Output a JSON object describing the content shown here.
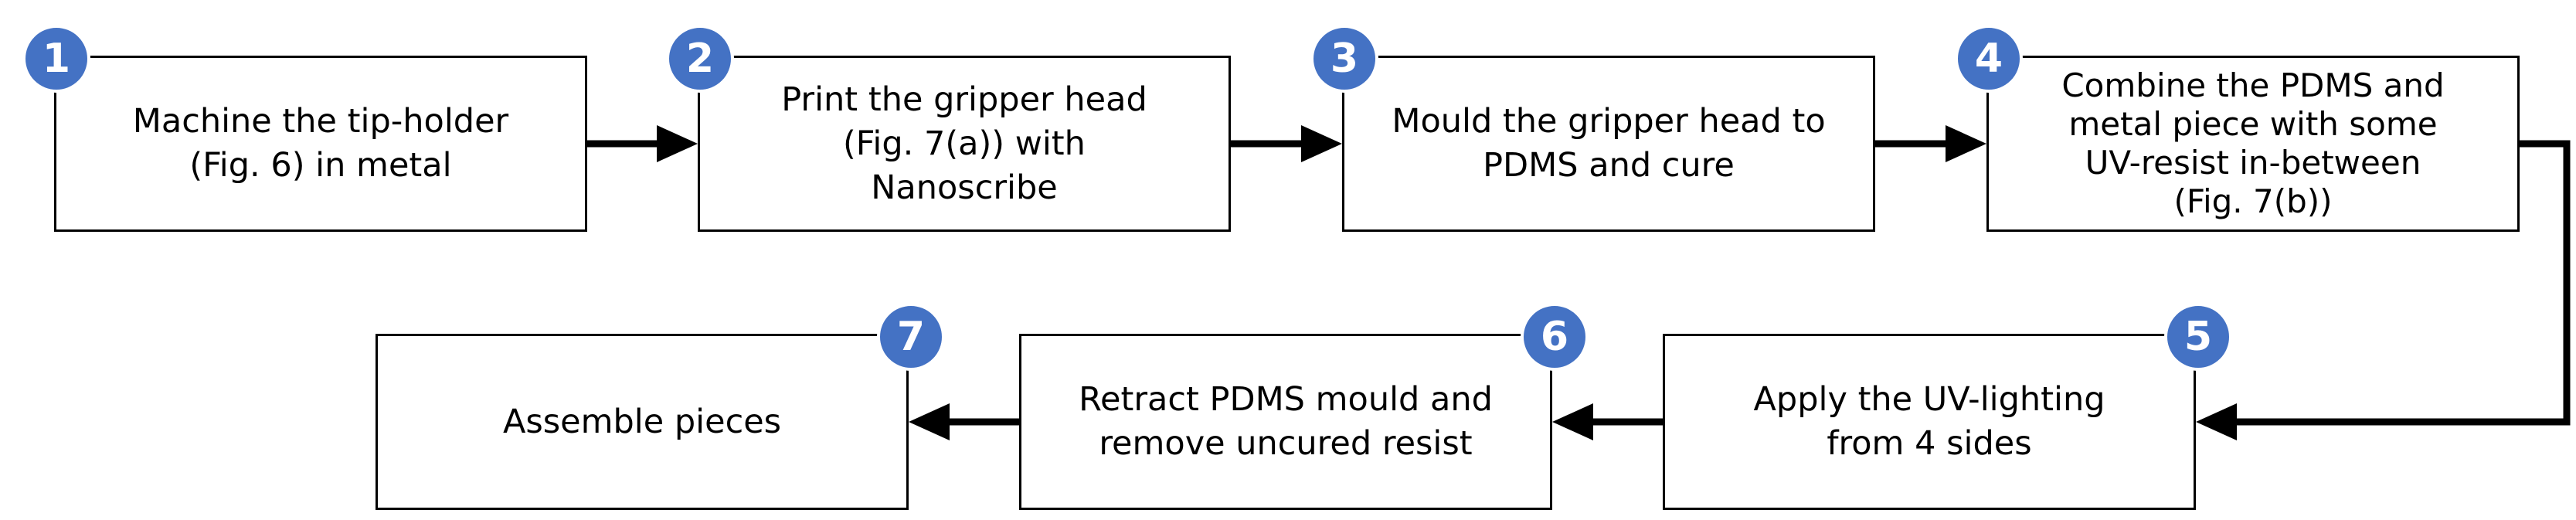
{
  "steps": [
    {
      "number": "1",
      "text": "Machine the tip-holder\n(Fig. 6) in metal"
    },
    {
      "number": "2",
      "text": "Print the gripper head\n(Fig. 7(a)) with\nNanoscribe"
    },
    {
      "number": "3",
      "text": "Mould the gripper head to\nPDMS and cure"
    },
    {
      "number": "4",
      "text": "Combine the PDMS and\nmetal piece with some\nUV-resist in-between\n(Fig. 7(b))"
    },
    {
      "number": "5",
      "text": "Apply the UV-lighting\nfrom 4 sides"
    },
    {
      "number": "6",
      "text": "Retract PDMS mould and\nremove uncured resist"
    },
    {
      "number": "7",
      "text": "Assemble pieces"
    }
  ],
  "colors": {
    "badge_fill": "#4472c4",
    "badge_text": "#ffffff",
    "box_border": "#000000",
    "arrow": "#000000"
  }
}
